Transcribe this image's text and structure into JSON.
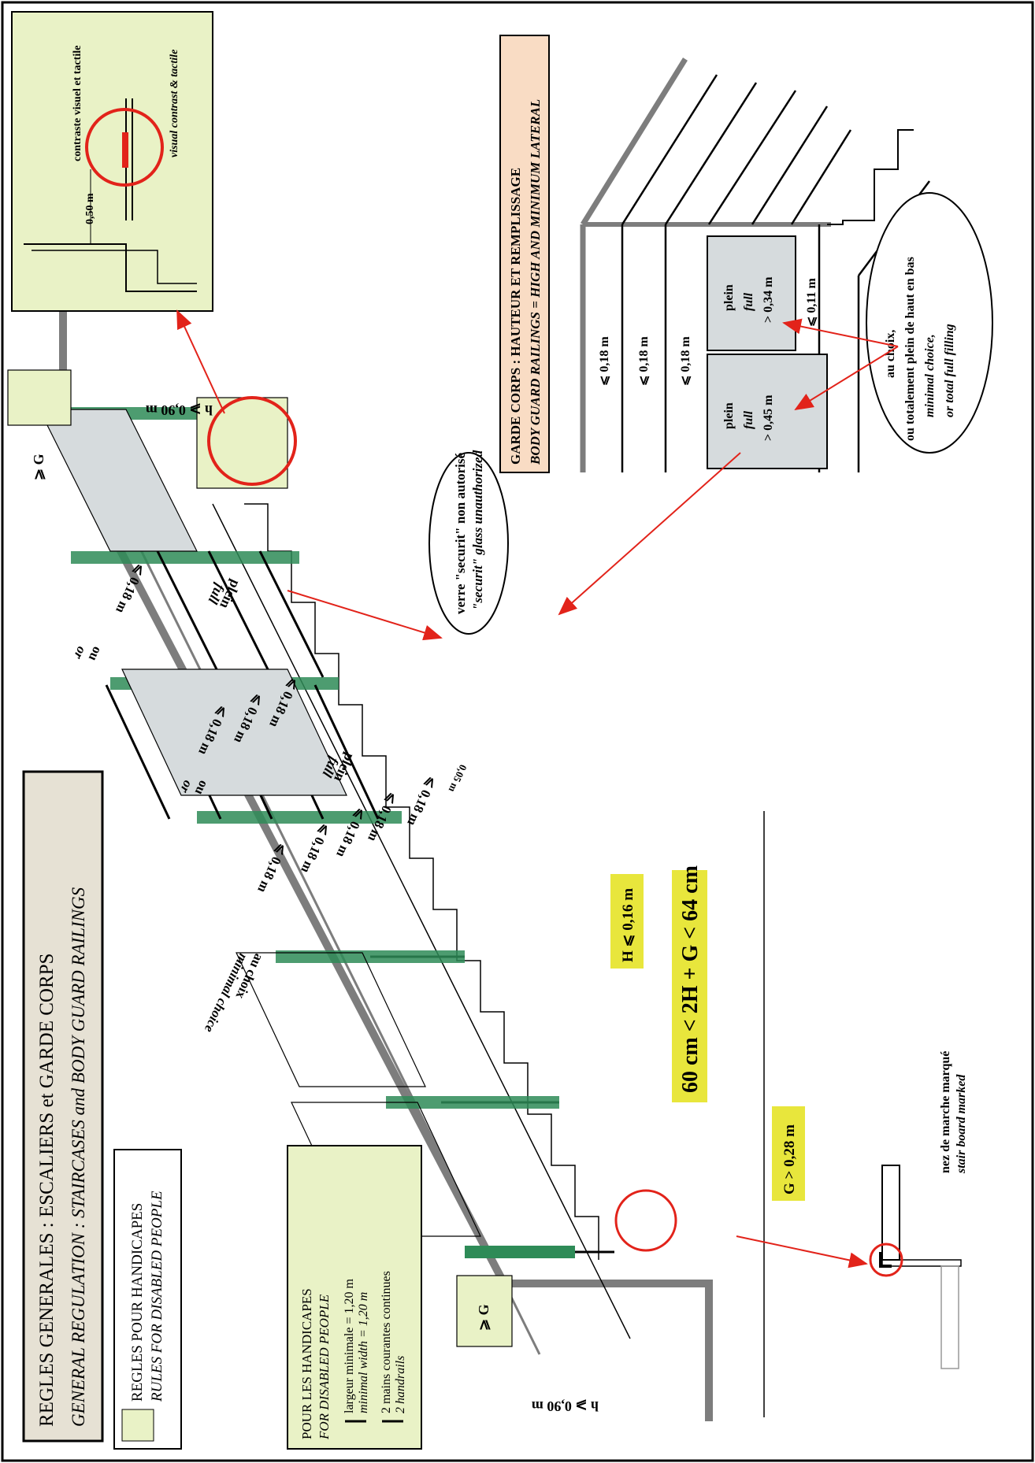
{
  "title": {
    "line1": "REGLES GENERALES : ESCALIERS  et GARDE CORPS",
    "line2": "GENERAL  REGULATION : STAIRCASES and BODY GUARD RAILINGS"
  },
  "legend": {
    "line1": "REGLES POUR HANDICAPES",
    "line2": "RULES FOR DISABLED PEOPLE"
  },
  "handicap_box": {
    "heading1": "POUR LES HANDICAPES",
    "heading2": "FOR DISABLED PEOPLE",
    "item1_line1": "largeur minimale = 1,20 m",
    "item1_line2": "minimal width = 1,20 m",
    "item2_line1": "2 mains courantes continues",
    "item2_line2": "2 handrails"
  },
  "formula": "60 cm < 2H + G < 64 cm",
  "riser_label": "H ⩽ 0,16 m",
  "tread_label": "G > 0,28 m",
  "landing_label": "⩾ G",
  "height_label": "h ⩾ 0,90 m",
  "nosing": {
    "line1": "nez de marche marqué",
    "line2": "stair board marked"
  },
  "choice": {
    "line1": "au choix",
    "line2": "minimal choice"
  },
  "or_label": {
    "fr": "ou",
    "en": "or"
  },
  "spacing_label": "⩽ 0,18 m",
  "gap_label": "0,05 m",
  "panel": {
    "fr": "plein",
    "en": "full"
  },
  "glass": {
    "line1": "verre \"securit\" non autorisé",
    "line2": "\"securit\" glass unauthorized"
  },
  "contrast": {
    "fr": "contraste visuel et tactile",
    "en": "visual contrast & tactile",
    "distance": "0,50 m"
  },
  "railing_section": {
    "title_fr": "GARDE CORPS : HAUTEUR ET REMPLISSAGE",
    "title_en": "BODY GUARD RAILINGS = HIGH AND MINIMUM LATERAL",
    "bar_spacing": "⩽ 0,18 m",
    "lower_gap": "⩽ 0,11 m",
    "panel_high": "> 0,45 m",
    "panel_low": "> 0,34 m",
    "choice_l1": "au choix,",
    "choice_l2": "ou totalement plein de haut en bas",
    "choice_l3": "minimal choice,",
    "choice_l4": "or total full filling"
  },
  "colors": {
    "yellow_label": "#e8e63c",
    "green_box": "#e9f2c6",
    "red": "#e2231a",
    "rail_gray": "#7d7d7d",
    "panel_gray": "#d6dbdd",
    "title_fill": "#e6e1d4",
    "section_title_fill": "#f9dcc4",
    "handrail_green": "#2e8b57"
  }
}
